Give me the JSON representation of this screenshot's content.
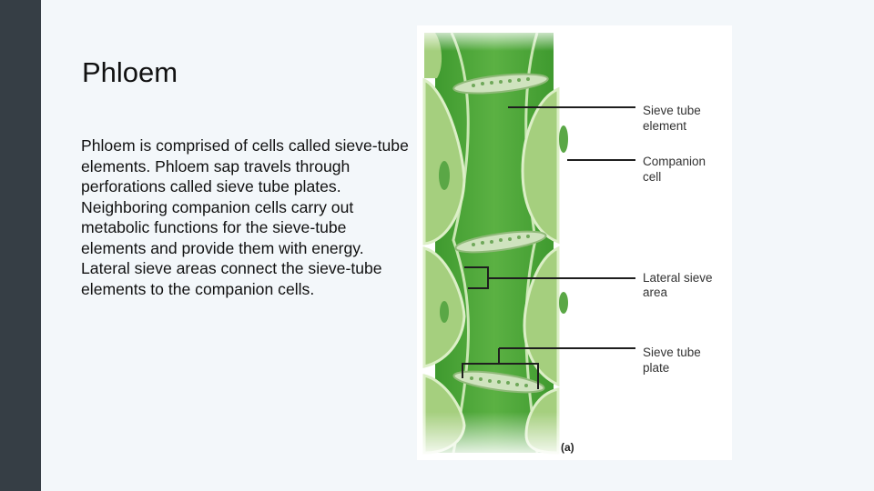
{
  "slide": {
    "title": "Phloem",
    "body": "Phloem is comprised of cells called sieve-tube elements. Phloem sap travels through perforations called sieve tube plates. Neighboring companion cells carry out metabolic functions for the sieve-tube elements and provide them with energy. Lateral sieve areas connect the sieve-tube elements to the companion cells."
  },
  "figure": {
    "labels": {
      "sieve_tube_element": [
        "Sieve tube",
        "element"
      ],
      "companion_cell": [
        "Companion",
        "cell"
      ],
      "lateral_sieve_area": [
        "Lateral sieve",
        "area"
      ],
      "sieve_tube_plate": [
        "Sieve tube",
        "plate"
      ]
    },
    "caption": "(a)"
  },
  "colors": {
    "sidebar": "#363e45",
    "background": "#f3f7fa",
    "sieve_tube": "#52a83c",
    "companion_cell": "#9cc972",
    "leader_line": "#1e1e1e"
  }
}
